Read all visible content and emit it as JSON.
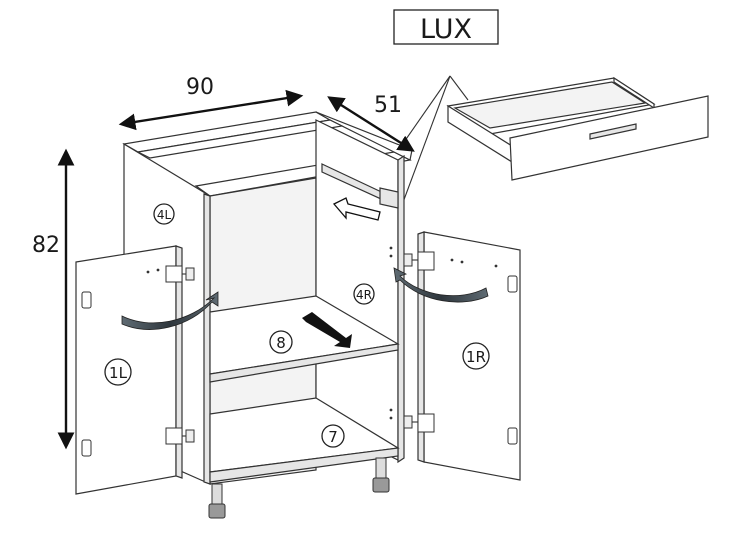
{
  "title": "LUX",
  "dimensions": {
    "width": "90",
    "depth": "51",
    "height": "82"
  },
  "parts": {
    "left_door": "1L",
    "right_door": "1R",
    "left_side": "4L",
    "right_side": "4R",
    "shelf": "8",
    "bottom": "7"
  }
}
